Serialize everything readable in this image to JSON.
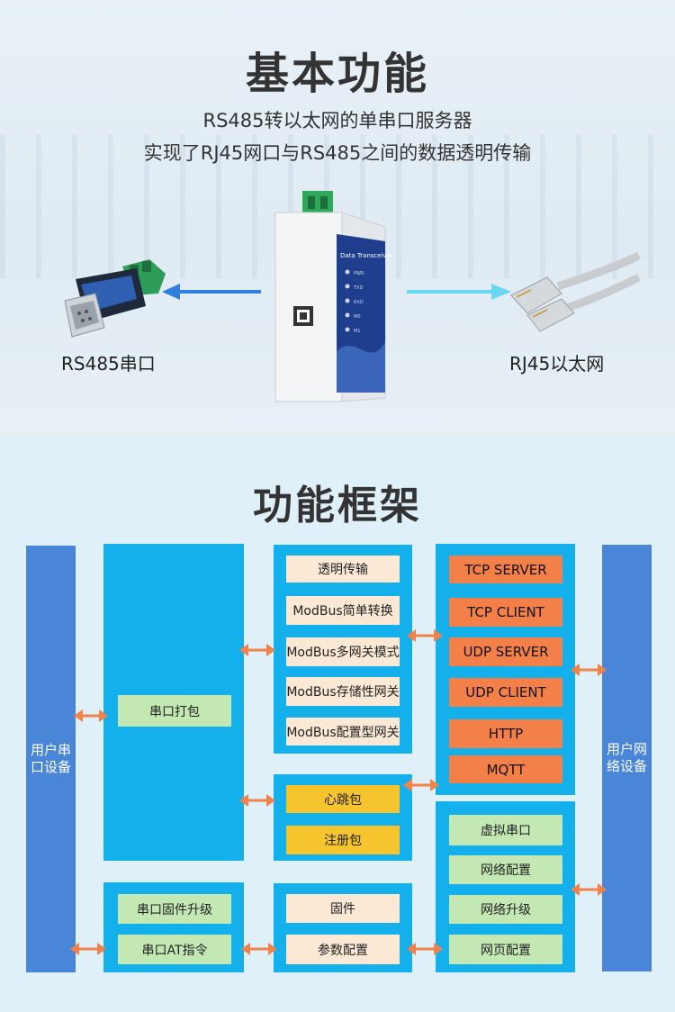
{
  "top": {
    "title": "基本功能",
    "subtitle_line1": "RS485转以太网的单串口服务器",
    "subtitle_line2": "实现了RJ45网口与RS485之间的数据透明传输",
    "left_label": "RS485串口",
    "right_label": "RJ45以太网",
    "device": {
      "panel_title": "Data Transceiver",
      "leds": [
        "PWR",
        "TXD",
        "RXD",
        "M0",
        "M1"
      ]
    }
  },
  "framework": {
    "title": "功能框架",
    "left_column": "用户串口设备",
    "right_column": "用户网络设备",
    "serial_pack": "串口打包",
    "modbus_group": [
      "透明传输",
      "ModBus简单转换",
      "ModBus多网关模式",
      "ModBus存储性网关",
      "ModBus配置型网关"
    ],
    "protocol_group": [
      "TCP  SERVER",
      "TCP  CLIENT",
      "UDP  SERVER",
      "UDP  CLIENT",
      "HTTP",
      "MQTT"
    ],
    "packet_group": [
      "心跳包",
      "注册包"
    ],
    "network_group": [
      "虚拟串口",
      "网络配置",
      "网络升级",
      "网页配置"
    ],
    "serial_group": [
      "串口固件升级",
      "串口AT指令"
    ],
    "config_group": [
      "固件",
      "参数配置"
    ]
  },
  "colors": {
    "column_blue": "#4a86d8",
    "group_cyan": "#14b0ec",
    "arrow_orange": "#f0824a",
    "arrow_blue": "#2f7de0",
    "arrow_cyan": "#6ad7f0"
  }
}
